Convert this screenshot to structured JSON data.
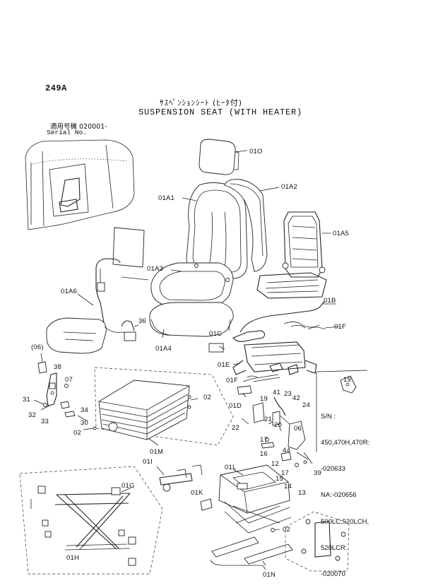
{
  "header": {
    "page_number": "249A",
    "title_jp": "ｻｽﾍﾟﾝｼｮﾝｼｰﾄ (ﾋｰﾀ付)",
    "title_en": "SUSPENSION SEAT (WITH HEATER)",
    "serial_label_jp": "適用号機  020001-",
    "serial_label_en": "Serial No."
  },
  "callouts": {
    "c01O": "01O",
    "c01A2": "01A2",
    "c01A1": "01A1",
    "c01A5": "01A5",
    "c01A3": "01A3",
    "c01A6": "01A6",
    "c01B": "01B",
    "c01F_a": "01F",
    "c01C": "01C",
    "c36": "36",
    "c01A4": "01A4",
    "c06a": "(06)",
    "c01E": "01E",
    "c38": "38",
    "c01F_b": "01F",
    "c07": "07",
    "c19a": "19",
    "c31": "31",
    "c32": "32",
    "c34": "34",
    "c33": "33",
    "c30": "30",
    "c02a": "02",
    "c02b": "02",
    "c01D": "01D",
    "c41": "41",
    "c23": "23",
    "c42": "42",
    "c24": "24",
    "c19b": "19",
    "c22": "22",
    "c21": "21",
    "c20": "20",
    "c06b": "06",
    "c17a": "17",
    "c16": "16",
    "c44": "44",
    "c12": "12",
    "c17b": "17",
    "c15": "15",
    "c14": "14",
    "c13": "13",
    "c39": "39",
    "c01M": "01M",
    "c01I": "01I",
    "c01L": "01L",
    "c01G": "01G",
    "c01K": "01K",
    "c01H": "01H",
    "c02c": "02",
    "c01N": "01N"
  },
  "serial_note": {
    "lines": [
      "S/N :",
      "450,470H,470R:",
      "-020633",
      "NA:-020656",
      "500LC,520LCH,",
      "520LCR:",
      "-020070"
    ]
  }
}
